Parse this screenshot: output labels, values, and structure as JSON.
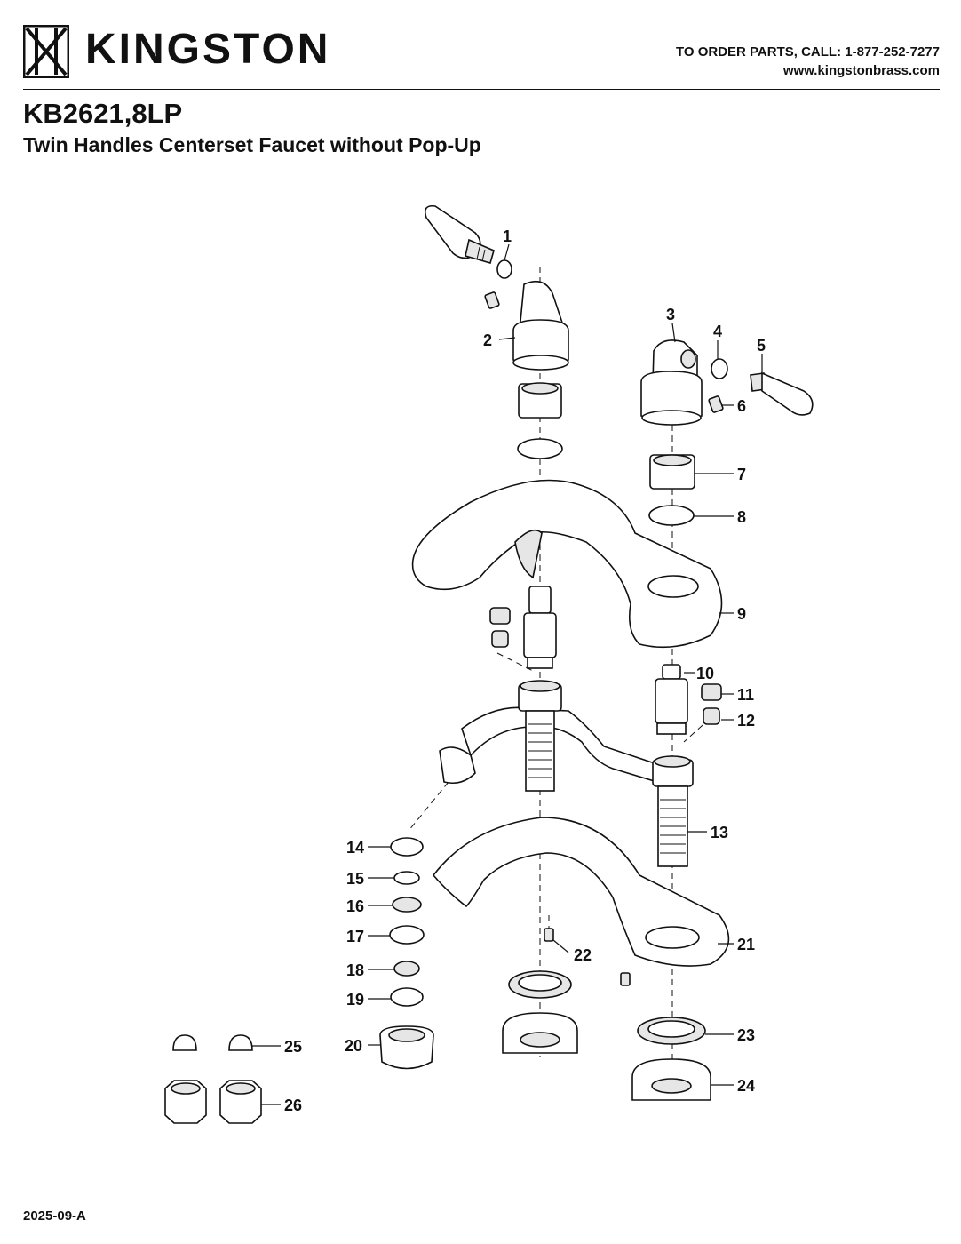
{
  "header": {
    "brand": "KINGSTON",
    "order_line": "TO ORDER PARTS, CALL: 1-877-252-7277",
    "website": "www.kingstonbrass.com"
  },
  "model": "KB2621,8LP",
  "subtitle": "Twin Handles Centerset Faucet without Pop-Up",
  "revision": "2025-09-A",
  "part_labels": [
    "1",
    "2",
    "3",
    "4",
    "5",
    "6",
    "7",
    "8",
    "9",
    "10",
    "11",
    "12",
    "13",
    "14",
    "15",
    "16",
    "17",
    "18",
    "19",
    "20",
    "21",
    "22",
    "23",
    "24",
    "25",
    "26"
  ]
}
